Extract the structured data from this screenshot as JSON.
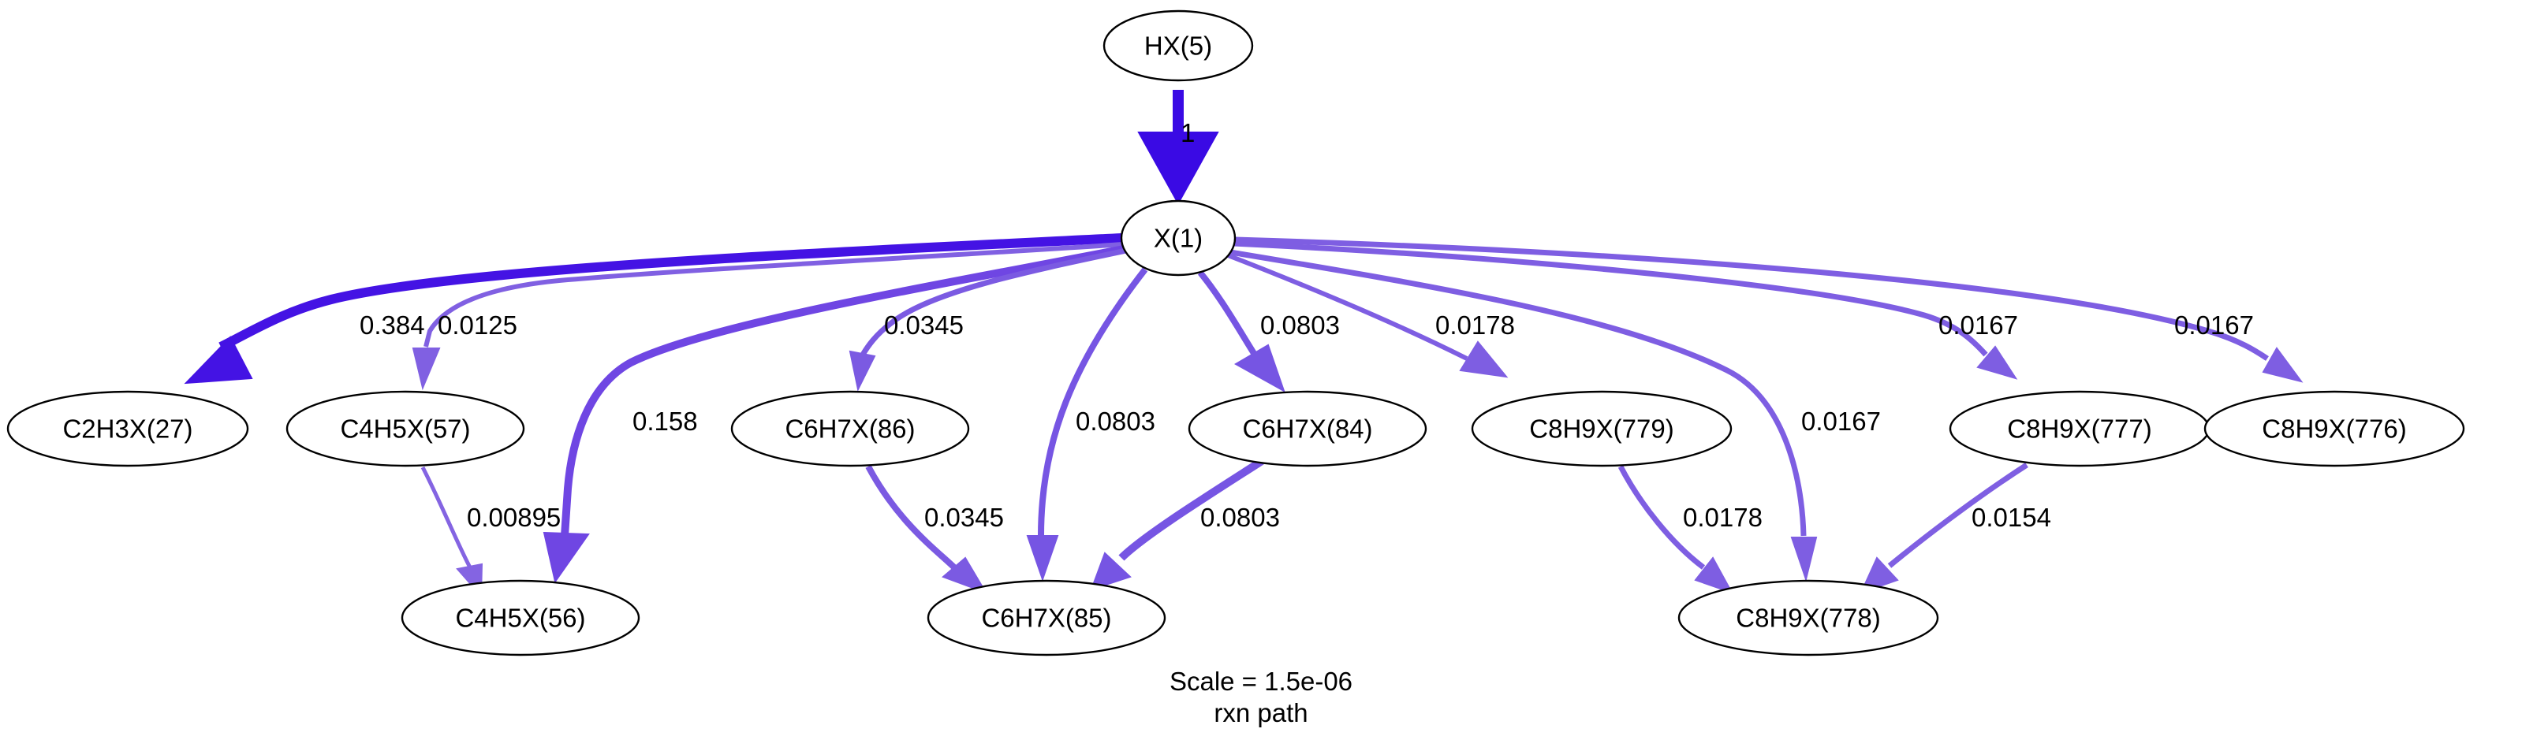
{
  "nodes": [
    {
      "id": "HX5",
      "label": "HX(5)"
    },
    {
      "id": "X1",
      "label": "X(1)"
    },
    {
      "id": "C2H3X27",
      "label": "C2H3X(27)"
    },
    {
      "id": "C4H5X57",
      "label": "C4H5X(57)"
    },
    {
      "id": "C6H7X86",
      "label": "C6H7X(86)"
    },
    {
      "id": "C6H7X84",
      "label": "C6H7X(84)"
    },
    {
      "id": "C8H9X779",
      "label": "C8H9X(779)"
    },
    {
      "id": "C8H9X777",
      "label": "C8H9X(777)"
    },
    {
      "id": "C8H9X776",
      "label": "C8H9X(776)"
    },
    {
      "id": "C4H5X56",
      "label": "C4H5X(56)"
    },
    {
      "id": "C6H7X85",
      "label": "C6H7X(85)"
    },
    {
      "id": "C8H9X778",
      "label": "C8H9X(778)"
    }
  ],
  "edges": [
    {
      "from": "HX5",
      "to": "X1",
      "label": "1",
      "color": "#3a0ae4"
    },
    {
      "from": "X1",
      "to": "C2H3X27",
      "label": "0.384",
      "color": "#4413e4"
    },
    {
      "from": "X1",
      "to": "C4H5X57",
      "label": "0.0125",
      "color": "#8060e2"
    },
    {
      "from": "X1",
      "to": "C4H5X56",
      "label": "0.158",
      "color": "#6f46e3"
    },
    {
      "from": "X1",
      "to": "C6H7X86",
      "label": "0.0345",
      "color": "#7b5ae2"
    },
    {
      "from": "X1",
      "to": "C6H7X85",
      "label": "0.0803",
      "color": "#7655e3"
    },
    {
      "from": "X1",
      "to": "C6H7X84",
      "label": "0.0803",
      "color": "#7655e3"
    },
    {
      "from": "X1",
      "to": "C8H9X779",
      "label": "0.0178",
      "color": "#7e5ee2"
    },
    {
      "from": "X1",
      "to": "C8H9X778",
      "label": "0.0167",
      "color": "#7e5ee2"
    },
    {
      "from": "X1",
      "to": "C8H9X777",
      "label": "0.0167",
      "color": "#7e5ee2"
    },
    {
      "from": "X1",
      "to": "C8H9X776",
      "label": "0.0167",
      "color": "#7e5ee2"
    },
    {
      "from": "C4H5X57",
      "to": "C4H5X56",
      "label": "0.00895",
      "color": "#8464e2"
    },
    {
      "from": "C6H7X86",
      "to": "C6H7X85",
      "label": "0.0345",
      "color": "#7b5ae2"
    },
    {
      "from": "C6H7X84",
      "to": "C6H7X85",
      "label": "0.0803",
      "color": "#7655e3"
    },
    {
      "from": "C8H9X779",
      "to": "C8H9X778",
      "label": "0.0178",
      "color": "#7e5ee2"
    },
    {
      "from": "C8H9X777",
      "to": "C8H9X778",
      "label": "0.0154",
      "color": "#7f5fe2"
    }
  ],
  "caption": {
    "line1": "Scale = 1.5e-06",
    "line2": "rxn path"
  }
}
